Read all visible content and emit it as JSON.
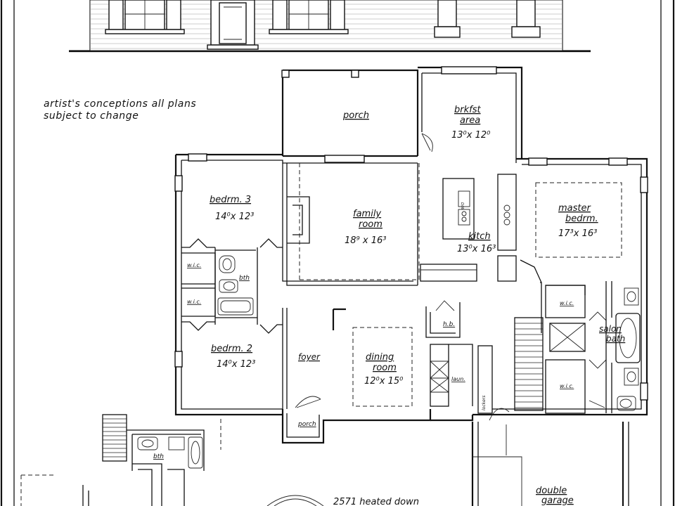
{
  "note": {
    "line1": "artist's conceptions all plans",
    "line2": "subject to change"
  },
  "rooms": {
    "porch_rear": "porch",
    "breakfast": "brkfst",
    "breakfast2": "area",
    "breakfast_dim": "13⁰x 12⁰",
    "bed3": "bedrm. 3",
    "bed3_dim": "14⁰x 12³",
    "family": "family",
    "family2": "room",
    "family_dim": "18⁹ x 16³",
    "kitchen": "kitch",
    "kitchen_dim": "13⁰x 16³",
    "master": "master",
    "master2": "bedrm.",
    "master_dim": "17³x 16³",
    "wic1": "w.i.c.",
    "wic2": "w.i.c.",
    "bath": "bth",
    "wic_master1": "w.i.c.",
    "wic_master2": "w.i.c.",
    "salon": "salon",
    "salon2": "bath",
    "hb": "h.b.",
    "bed2": "bedrm. 2",
    "bed2_dim": "14⁰x 12³",
    "foyer": "foyer",
    "dining": "dining",
    "dining2": "room",
    "dining_dim": "12⁰x 15⁰",
    "laundry": "laun.",
    "lockers": "lockers",
    "porch_front": "porch",
    "bath_lower": "bth",
    "garage": "double",
    "garage2": "garage",
    "dw": "D/W"
  },
  "summary": {
    "heated": "2571 heated down"
  }
}
